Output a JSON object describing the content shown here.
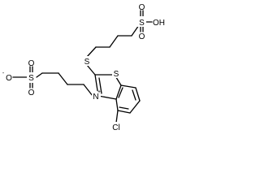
{
  "molecule": {
    "atom_labels": {
      "s_thioether": "S",
      "s_ring": "S",
      "s_sulfonate": "S",
      "s_sulfonic": "S",
      "n_ring": "N",
      "n_charge": "+",
      "cl": "Cl",
      "o_minus": "O",
      "o_minus_charge": "-",
      "o_up": "O",
      "o_down": "O",
      "oh": "OH",
      "o_top": "O",
      "o_bottom": "O"
    },
    "colors": {
      "bond": "#000000",
      "label": "#000000",
      "background": "#ffffff"
    }
  }
}
